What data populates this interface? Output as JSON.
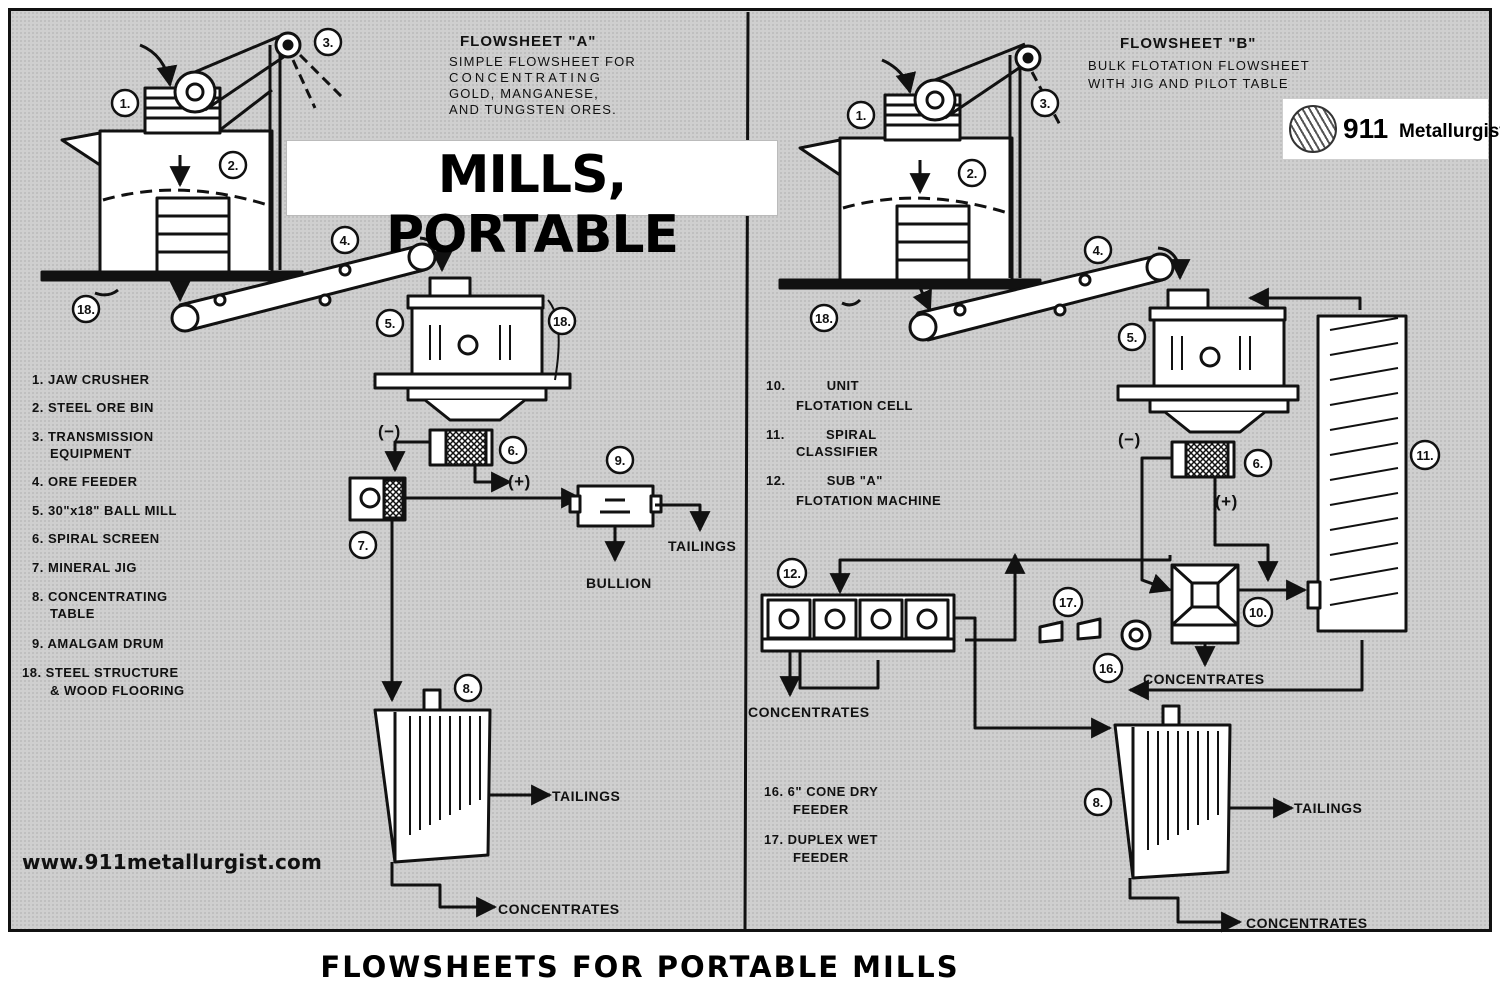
{
  "main_title": "MILLS, PORTABLE",
  "footer_title": "FLOWSHEETS FOR PORTABLE MILLS",
  "website": "www.911metallurgist.com",
  "logo": {
    "number": "911",
    "text": "Metallurgist"
  },
  "flowsheet_a": {
    "title": "FLOWSHEET \"A\"",
    "subtitle": [
      "SIMPLE FLOWSHEET FOR",
      "CONCENTRATING",
      "GOLD, MANGANESE,",
      "AND TUNGSTEN ORES."
    ],
    "legend": [
      "1.  JAW CRUSHER",
      "2.  STEEL ORE BIN",
      "3.  TRANSMISSION",
      "EQUIPMENT",
      "4.  ORE FEEDER",
      "5.  30\"x18\" BALL MILL",
      "6.  SPIRAL SCREEN",
      "7.  MINERAL JIG",
      "8.  CONCENTRATING",
      "TABLE",
      "9.  AMALGAM DRUM",
      "18.  STEEL STRUCTURE",
      "& WOOD FLOORING"
    ],
    "flow_labels": {
      "minus": "(−)",
      "plus": "(+)",
      "tailings_9": "TAILINGS",
      "bullion": "BULLION",
      "tailings_8": "TAILINGS",
      "concentrates_8": "CONCENTRATES"
    }
  },
  "flowsheet_b": {
    "title": "FLOWSHEET \"B\"",
    "subtitle": [
      "BULK FLOTATION FLOWSHEET",
      "WITH JIG AND PILOT TABLE"
    ],
    "legend": [
      "10.          UNIT",
      "FLOTATION CELL",
      "11.          SPIRAL",
      "CLASSIFIER",
      "12.          SUB \"A\"",
      "FLOTATION MACHINE"
    ],
    "legend_lower": [
      "16.  6\" CONE DRY",
      "FEEDER",
      "17.  DUPLEX WET",
      "FEEDER"
    ],
    "flow_labels": {
      "minus": "(−)",
      "plus": "(+)",
      "concentrates_12": "CONCENTRATES",
      "concentrates_10": "CONCENTRATES",
      "tailings_8": "TAILINGS",
      "concentrates_8": "CONCENTRATES"
    }
  },
  "callouts": [
    "1.",
    "2.",
    "3.",
    "4.",
    "5.",
    "6.",
    "7.",
    "8.",
    "9.",
    "10.",
    "11.",
    "12.",
    "16.",
    "17.",
    "18."
  ]
}
